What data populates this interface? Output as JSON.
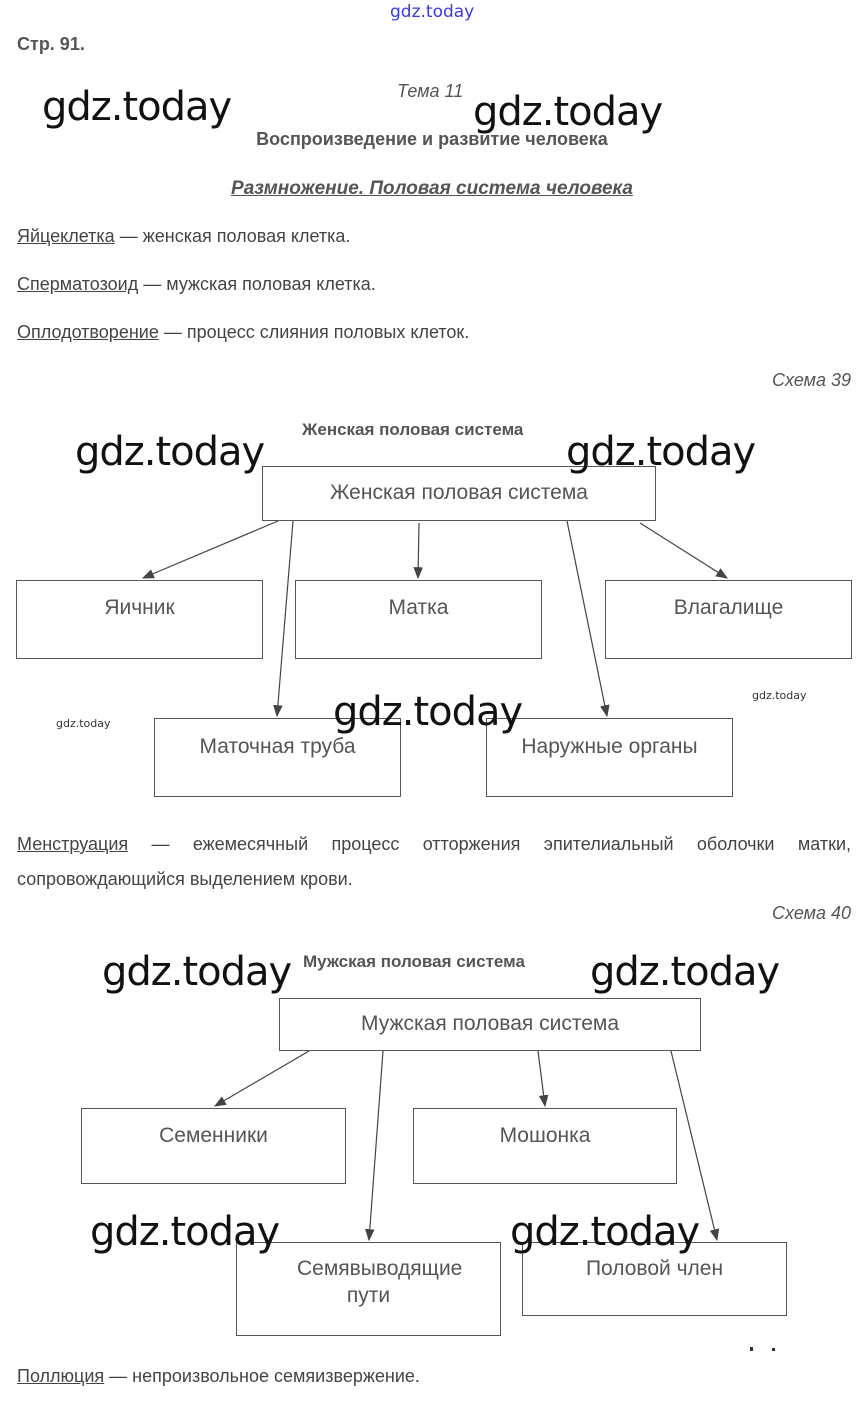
{
  "watermark": "gdz.today",
  "page_label": "Стр. 91.",
  "topic": "Тема 11",
  "chapter_title": "Воспроизведение и развитие человека",
  "section_title": "Размножение. Половая система человека",
  "definitions": [
    {
      "term": "Яйцеклетка",
      "text": " — женская половая клетка."
    },
    {
      "term": "Сперматозоид",
      "text": " — мужская половая клетка."
    },
    {
      "term": "Оплодотворение",
      "text": " — процесс слияния половых клеток."
    }
  ],
  "schema39": {
    "label": "Схема 39",
    "title": "Женская половая система",
    "root": "Женская половая система",
    "nodes": [
      "Яичник",
      "Матка",
      "Влагалище",
      "Маточная труба",
      "Наружные органы"
    ]
  },
  "menstruation": {
    "term": "Менструация",
    "text": " — ежемесячный процесс отторжения эпителиальный оболочки матки, сопровождающийся выделением крови."
  },
  "schema40": {
    "label": "Схема 40",
    "title": "Мужская половая система",
    "root": "Мужская половая система",
    "nodes": [
      "Семенники",
      "Мошонка",
      "Семявыводящие пути",
      "Половой член"
    ]
  },
  "pollution": {
    "term": "Поллюция",
    "text": " — непроизвольное семяизвержение."
  }
}
